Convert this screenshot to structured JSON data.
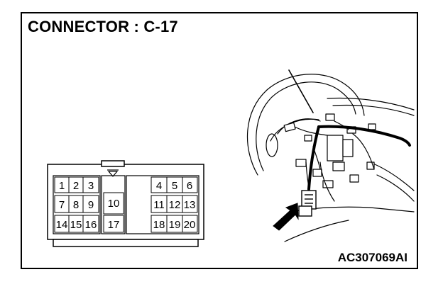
{
  "title": "CONNECTOR : C-17",
  "figure_code": "AC307069AI",
  "connector": {
    "row1_left": [
      "1",
      "2",
      "3"
    ],
    "row1_right": [
      "4",
      "5",
      "6"
    ],
    "row2_left": [
      "7",
      "8",
      "9"
    ],
    "row2_center": "10",
    "row2_right": [
      "11",
      "12",
      "13"
    ],
    "row3_left": [
      "14",
      "15",
      "16"
    ],
    "row3_center": "17",
    "row3_right": [
      "18",
      "19",
      "20"
    ]
  }
}
